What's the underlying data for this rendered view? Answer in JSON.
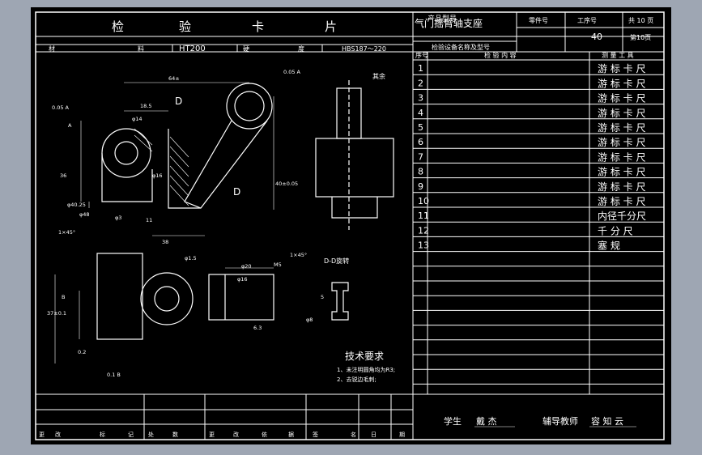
{
  "card": {
    "title_chars": [
      "检",
      "验",
      "卡",
      "片"
    ],
    "part_name": "气门摇臂轴支座",
    "part_name_overlap": "气门摇臂轴支座",
    "product_model_label": "产品型号",
    "part_no_label": "零件号",
    "op_no_label": "工序号",
    "op_no_value": "40",
    "page_label": "共 10 页",
    "page_value": "第10页",
    "machine_label": "检验设备名称及型号",
    "material_label_1": "材",
    "material_label_2": "料",
    "material_value": "HT200",
    "hardness_label_1": "硬",
    "hardness_label_2": "度",
    "hardness_value": "HBS187～220"
  },
  "table": {
    "col_no": "序号",
    "col_content": "检   验   内   容",
    "col_tool": "测 量 工 具",
    "rows": [
      {
        "no": "1",
        "tool": "游 标 卡 尺"
      },
      {
        "no": "2",
        "tool": "游 标 卡 尺"
      },
      {
        "no": "3",
        "tool": "游 标 卡 尺"
      },
      {
        "no": "4",
        "tool": "游 标 卡 尺"
      },
      {
        "no": "5",
        "tool": "游 标 卡 尺"
      },
      {
        "no": "6",
        "tool": "游 标 卡 尺"
      },
      {
        "no": "7",
        "tool": "游 标 卡 尺"
      },
      {
        "no": "8",
        "tool": "游 标 卡 尺"
      },
      {
        "no": "9",
        "tool": "游 标 卡 尺"
      },
      {
        "no": "10",
        "tool": "游 标 卡 尺"
      },
      {
        "no": "11",
        "tool": "内径千分尺"
      },
      {
        "no": "12",
        "tool": "千 分 尺"
      },
      {
        "no": "13",
        "tool": "塞 规"
      }
    ]
  },
  "drawing": {
    "roughness_mark": "其余",
    "section_label": "D-D旋转",
    "section_letter": "D",
    "tol_flat_1": "0.05 A",
    "tol_flat_2": "0.05 A",
    "tol_perp": "0.1 B",
    "datum_a": "A",
    "datum_b": "B",
    "dims": {
      "d1": "64±",
      "d2": "18.5",
      "d3": "φ14",
      "d4": "φ16",
      "d5": "36",
      "d6": "φ40.25",
      "d7": "φ48",
      "d8": "φ3",
      "d9": "11",
      "d10": "38",
      "d11": "1×45°",
      "d12": "φ1.5",
      "d13": "φ20",
      "d14": "φ16",
      "d15": "37±0.1",
      "d16": "0.2",
      "d17": "1×45°",
      "d18": "6.3",
      "d19": "M5",
      "d20": "φ8",
      "d21": "40±0.05",
      "d22": "5"
    }
  },
  "tech": {
    "title": "技术要求",
    "line1": "1、未注明圆角均为R3;",
    "line2": "2、去锐边毛刺;"
  },
  "footer": {
    "student_label": "学生",
    "student_name": "戴 杰",
    "advisor_label": "辅导教师",
    "advisor_name": "容 知 云",
    "cols": [
      "更",
      "改",
      "标",
      "记",
      "处",
      "数",
      "更",
      "改",
      "依",
      "据",
      "签",
      "名",
      "日",
      "期"
    ]
  }
}
